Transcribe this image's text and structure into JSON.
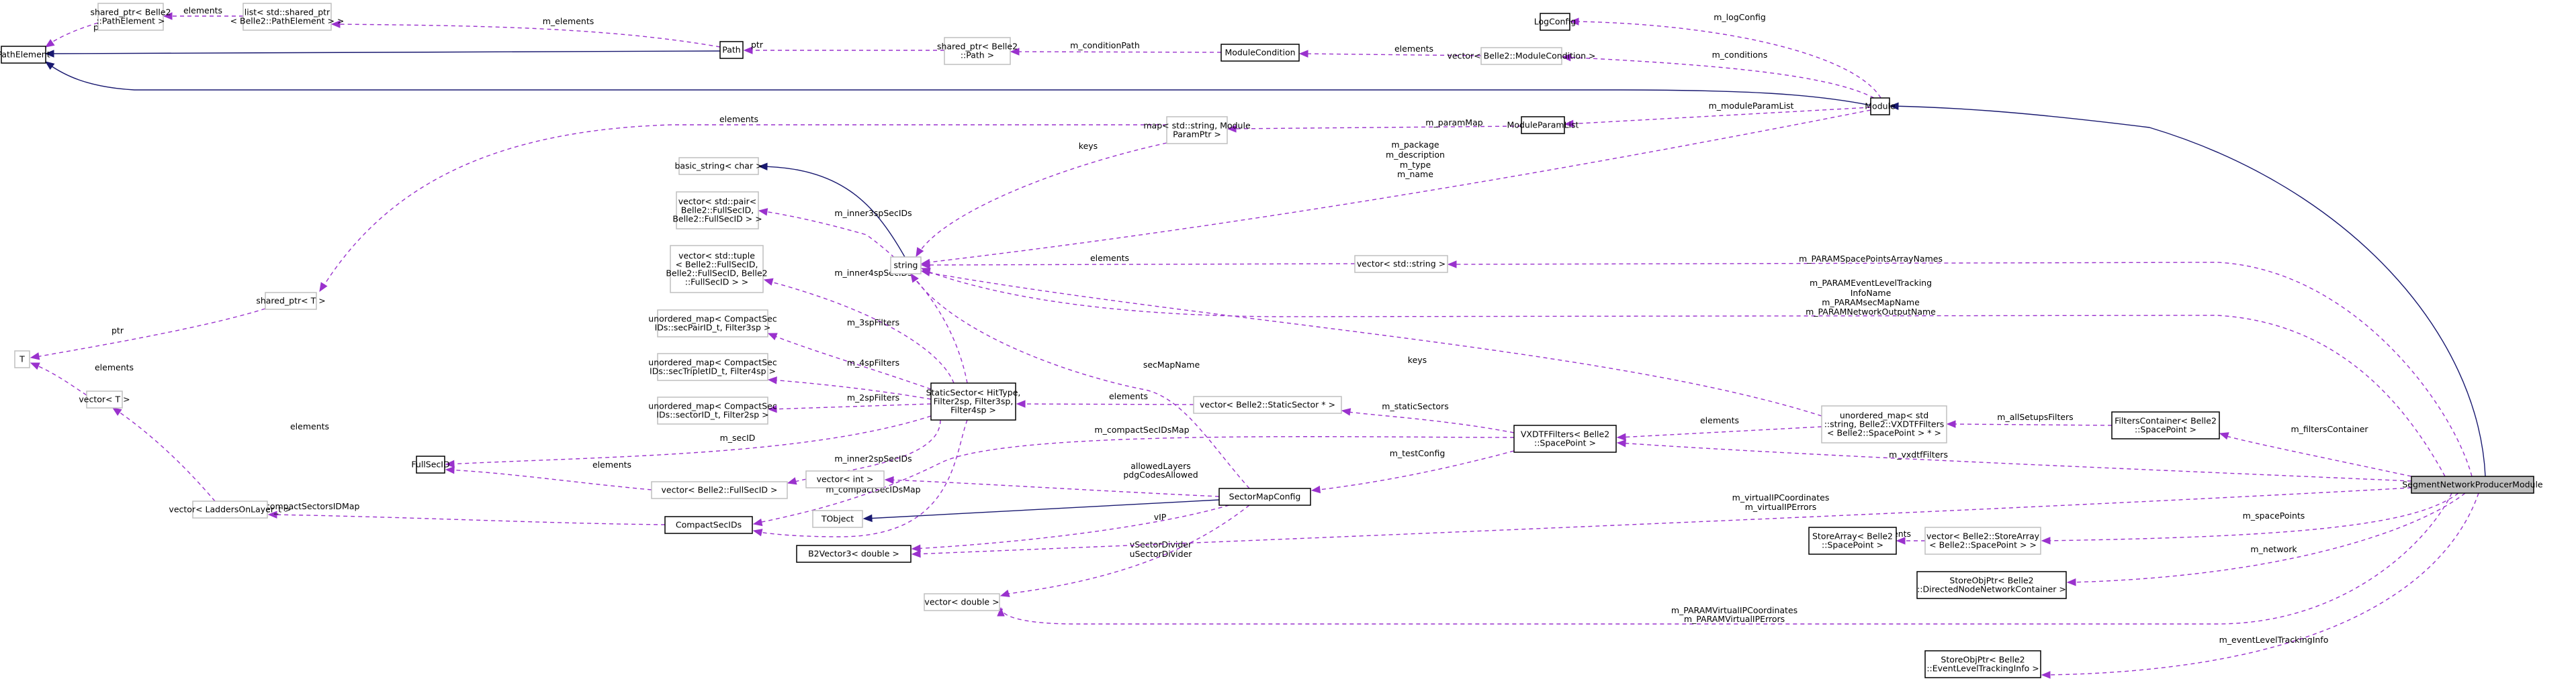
{
  "diagram": {
    "title": "SegmentNetworkProducerModule collaboration graph",
    "colors": {
      "member_edge": "#9a32cd",
      "inheritance_edge": "#191970",
      "focus_fill": "#bfbfbf",
      "documented_border": "#000000",
      "external_border": "#bfbfbf"
    },
    "nodes": [
      {
        "id": "PathElement",
        "kind": "doc",
        "lines": [
          "PathElement"
        ]
      },
      {
        "id": "sp_PathElement",
        "kind": "ext",
        "lines": [
          "shared_ptr< Belle2",
          "::PathElement >"
        ]
      },
      {
        "id": "list_sp_PathElement",
        "kind": "ext",
        "lines": [
          "list< std::shared_ptr",
          "< Belle2::PathElement > >"
        ]
      },
      {
        "id": "Path",
        "kind": "doc",
        "lines": [
          "Path"
        ]
      },
      {
        "id": "sp_Path",
        "kind": "ext",
        "lines": [
          "shared_ptr< Belle2",
          "::Path >"
        ]
      },
      {
        "id": "ModuleCondition",
        "kind": "doc",
        "lines": [
          "ModuleCondition"
        ]
      },
      {
        "id": "LogConfig",
        "kind": "doc",
        "lines": [
          "LogConfig"
        ]
      },
      {
        "id": "vec_ModuleCondition",
        "kind": "ext",
        "lines": [
          "vector< Belle2::ModuleCondition >"
        ]
      },
      {
        "id": "Module",
        "kind": "doc",
        "lines": [
          "Module"
        ]
      },
      {
        "id": "ModuleParamList",
        "kind": "doc",
        "lines": [
          "ModuleParamList"
        ]
      },
      {
        "id": "map_ModuleParamPtr",
        "kind": "ext",
        "lines": [
          "map< std::string, Module",
          "ParamPtr >"
        ]
      },
      {
        "id": "basic_string",
        "kind": "ext",
        "lines": [
          "basic_string< char >"
        ]
      },
      {
        "id": "string",
        "kind": "ext",
        "lines": [
          "string"
        ]
      },
      {
        "id": "vec_pair_FullSecID",
        "kind": "ext",
        "lines": [
          "vector< std::pair<",
          "Belle2::FullSecID,",
          "Belle2::FullSecID > >"
        ]
      },
      {
        "id": "vec_tuple_FullSecID",
        "kind": "ext",
        "lines": [
          "vector< std::tuple",
          "< Belle2::FullSecID,",
          "Belle2::FullSecID, Belle2",
          "::FullSecID > >"
        ]
      },
      {
        "id": "umap_secPair",
        "kind": "ext",
        "lines": [
          "unordered_map< CompactSec",
          "IDs::secPairID_t, Filter3sp >"
        ]
      },
      {
        "id": "umap_secTriplet",
        "kind": "ext",
        "lines": [
          "unordered_map< CompactSec",
          "IDs::secTripletID_t, Filter4sp >"
        ]
      },
      {
        "id": "umap_sector",
        "kind": "ext",
        "lines": [
          "unordered_map< CompactSec",
          "IDs::sectorID_t, Filter2sp >"
        ]
      },
      {
        "id": "StaticSector",
        "kind": "doc",
        "lines": [
          "StaticSector< HitType,",
          "Filter2sp, Filter3sp,",
          "Filter4sp >"
        ]
      },
      {
        "id": "shared_ptr_T",
        "kind": "ext",
        "lines": [
          "shared_ptr< T >"
        ]
      },
      {
        "id": "T",
        "kind": "ext",
        "lines": [
          "T"
        ]
      },
      {
        "id": "vector_T",
        "kind": "ext",
        "lines": [
          "vector< T >"
        ]
      },
      {
        "id": "FullSecID",
        "kind": "doc",
        "lines": [
          "FullSecID"
        ]
      },
      {
        "id": "vec_LaddersOnLayer",
        "kind": "ext",
        "lines": [
          "vector< LaddersOnLayer_t >"
        ]
      },
      {
        "id": "vec_FullSecID",
        "kind": "ext",
        "lines": [
          "vector< Belle2::FullSecID >"
        ]
      },
      {
        "id": "CompactSecIDs",
        "kind": "doc",
        "lines": [
          "CompactSecIDs"
        ]
      },
      {
        "id": "vec_string",
        "kind": "ext",
        "lines": [
          "vector< std::string >"
        ]
      },
      {
        "id": "vec_StaticSector",
        "kind": "ext",
        "lines": [
          "vector< Belle2::StaticSector * >"
        ]
      },
      {
        "id": "VXDTFFilters",
        "kind": "doc",
        "lines": [
          "VXDTFFilters< Belle2",
          "::SpacePoint >"
        ]
      },
      {
        "id": "umap_VXDTFFilters",
        "kind": "ext",
        "lines": [
          "unordered_map< std",
          "::string, Belle2::VXDTFFilters",
          "< Belle2::SpacePoint > * >"
        ]
      },
      {
        "id": "FiltersContainer",
        "kind": "doc",
        "lines": [
          "FiltersContainer< Belle2",
          "::SpacePoint >"
        ]
      },
      {
        "id": "vector_int",
        "kind": "ext",
        "lines": [
          "vector< int >"
        ]
      },
      {
        "id": "SectorMapConfig",
        "kind": "doc",
        "lines": [
          "SectorMapConfig"
        ]
      },
      {
        "id": "TObject",
        "kind": "ext",
        "lines": [
          "TObject"
        ]
      },
      {
        "id": "B2Vector3",
        "kind": "doc",
        "lines": [
          "B2Vector3< double >"
        ]
      },
      {
        "id": "vector_double",
        "kind": "ext",
        "lines": [
          "vector< double >"
        ]
      },
      {
        "id": "SegmentNetworkProducerModule",
        "kind": "focus",
        "lines": [
          "SegmentNetworkProducerModule"
        ]
      },
      {
        "id": "StoreArray_SpacePoint",
        "kind": "doc",
        "lines": [
          "StoreArray< Belle2",
          "::SpacePoint >"
        ]
      },
      {
        "id": "vec_StoreArray",
        "kind": "ext",
        "lines": [
          "vector< Belle2::StoreArray",
          "< Belle2::SpacePoint > >"
        ]
      },
      {
        "id": "StoreObjPtr_DNN",
        "kind": "doc",
        "lines": [
          "StoreObjPtr< Belle2",
          "::DirectedNodeNetworkContainer >"
        ]
      },
      {
        "id": "StoreObjPtr_ELTI",
        "kind": "doc",
        "lines": [
          "StoreObjPtr< Belle2",
          "::EventLevelTrackingInfo >"
        ]
      }
    ],
    "edges": [
      {
        "from": "sp_PathElement",
        "to": "PathElement",
        "type": "member",
        "label": [
          "ptr"
        ]
      },
      {
        "from": "list_sp_PathElement",
        "to": "sp_PathElement",
        "type": "member",
        "label": [
          "elements"
        ]
      },
      {
        "from": "Path",
        "to": "list_sp_PathElement",
        "type": "member",
        "label": [
          "m_elements"
        ]
      },
      {
        "from": "Path",
        "to": "PathElement",
        "type": "inherit",
        "label": []
      },
      {
        "from": "sp_Path",
        "to": "Path",
        "type": "member",
        "label": [
          "ptr"
        ]
      },
      {
        "from": "ModuleCondition",
        "to": "sp_Path",
        "type": "member",
        "label": [
          "m_conditionPath"
        ]
      },
      {
        "from": "vec_ModuleCondition",
        "to": "ModuleCondition",
        "type": "member",
        "label": [
          "elements"
        ]
      },
      {
        "from": "Module",
        "to": "LogConfig",
        "type": "member",
        "label": [
          "m_logConfig"
        ]
      },
      {
        "from": "Module",
        "to": "vec_ModuleCondition",
        "type": "member",
        "label": [
          "m_conditions"
        ]
      },
      {
        "from": "Module",
        "to": "PathElement",
        "type": "inherit",
        "label": []
      },
      {
        "from": "Module",
        "to": "ModuleParamList",
        "type": "member",
        "label": [
          "m_moduleParamList"
        ]
      },
      {
        "from": "ModuleParamList",
        "to": "map_ModuleParamPtr",
        "type": "member",
        "label": [
          "m_paramMap"
        ]
      },
      {
        "from": "map_ModuleParamPtr",
        "to": "shared_ptr_T",
        "type": "member",
        "label": [
          "elements"
        ]
      },
      {
        "from": "map_ModuleParamPtr",
        "to": "string",
        "type": "member",
        "label": [
          "keys"
        ]
      },
      {
        "from": "Module",
        "to": "string",
        "type": "member",
        "label": [
          "m_package",
          "m_description",
          "m_type",
          "m_name"
        ]
      },
      {
        "from": "string",
        "to": "basic_string",
        "type": "inherit",
        "label": []
      },
      {
        "from": "StaticSector",
        "to": "vec_pair_FullSecID",
        "type": "member",
        "label": [
          "m_inner3spSecIDs"
        ]
      },
      {
        "from": "StaticSector",
        "to": "vec_tuple_FullSecID",
        "type": "member",
        "label": [
          "m_inner4spSecIDs"
        ]
      },
      {
        "from": "StaticSector",
        "to": "umap_secPair",
        "type": "member",
        "label": [
          "m_3spFilters"
        ]
      },
      {
        "from": "StaticSector",
        "to": "umap_secTriplet",
        "type": "member",
        "label": [
          "m_4spFilters"
        ]
      },
      {
        "from": "StaticSector",
        "to": "umap_sector",
        "type": "member",
        "label": [
          "m_2spFilters"
        ]
      },
      {
        "from": "StaticSector",
        "to": "FullSecID",
        "type": "member",
        "label": [
          "m_secID"
        ]
      },
      {
        "from": "StaticSector",
        "to": "vec_FullSecID",
        "type": "member",
        "label": [
          "m_inner2spSecIDs"
        ]
      },
      {
        "from": "StaticSector",
        "to": "CompactSecIDs",
        "type": "member",
        "label": [
          "m_compactSecIDsMap"
        ]
      },
      {
        "from": "shared_ptr_T",
        "to": "T",
        "type": "member",
        "label": [
          "ptr"
        ]
      },
      {
        "from": "vector_T",
        "to": "T",
        "type": "member",
        "label": [
          "elements"
        ]
      },
      {
        "from": "vec_LaddersOnLayer",
        "to": "vector_T",
        "type": "member",
        "label": [
          "elements"
        ]
      },
      {
        "from": "vec_FullSecID",
        "to": "FullSecID",
        "type": "member",
        "label": [
          "elements"
        ]
      },
      {
        "from": "CompactSecIDs",
        "to": "vec_LaddersOnLayer",
        "type": "member",
        "label": [
          "m_compactSectorsIDMap"
        ]
      },
      {
        "from": "vec_string",
        "to": "string",
        "type": "member",
        "label": [
          "elements"
        ]
      },
      {
        "from": "SegmentNetworkProducerModule",
        "to": "vec_string",
        "type": "member",
        "label": [
          "m_PARAMSpacePointsArrayNames"
        ]
      },
      {
        "from": "SegmentNetworkProducerModule",
        "to": "string",
        "type": "member",
        "label": [
          "m_PARAMEventLevelTracking",
          "InfoName",
          "m_PARAMsecMapName",
          "m_PARAMNetworkOutputName"
        ]
      },
      {
        "from": "umap_VXDTFFilters",
        "to": "string",
        "type": "member",
        "label": [
          "keys"
        ]
      },
      {
        "from": "SectorMapConfig",
        "to": "string",
        "type": "member",
        "label": [
          "secMapName"
        ]
      },
      {
        "from": "vec_StaticSector",
        "to": "StaticSector",
        "type": "member",
        "label": [
          "elements"
        ]
      },
      {
        "from": "VXDTFFilters",
        "to": "vec_StaticSector",
        "type": "member",
        "label": [
          "m_staticSectors"
        ]
      },
      {
        "from": "VXDTFFilters",
        "to": "CompactSecIDs",
        "type": "member",
        "label": [
          "m_compactSecIDsMap"
        ]
      },
      {
        "from": "VXDTFFilters",
        "to": "SectorMapConfig",
        "type": "member",
        "label": [
          "m_testConfig"
        ]
      },
      {
        "from": "umap_VXDTFFilters",
        "to": "VXDTFFilters",
        "type": "member",
        "label": [
          "elements"
        ]
      },
      {
        "from": "FiltersContainer",
        "to": "umap_VXDTFFilters",
        "type": "member",
        "label": [
          "m_allSetupsFilters"
        ]
      },
      {
        "from": "SegmentNetworkProducerModule",
        "to": "FiltersContainer",
        "type": "member",
        "label": [
          "m_filtersContainer"
        ]
      },
      {
        "from": "SegmentNetworkProducerModule",
        "to": "VXDTFFilters",
        "type": "member",
        "label": [
          "m_vxdtfFilters"
        ]
      },
      {
        "from": "SectorMapConfig",
        "to": "vector_int",
        "type": "member",
        "label": [
          "allowedLayers",
          "pdgCodesAllowed"
        ]
      },
      {
        "from": "SectorMapConfig",
        "to": "TObject",
        "type": "inherit",
        "label": []
      },
      {
        "from": "SectorMapConfig",
        "to": "B2Vector3",
        "type": "member",
        "label": [
          "vIP"
        ]
      },
      {
        "from": "SectorMapConfig",
        "to": "vector_double",
        "type": "member",
        "label": [
          "vSectorDivider",
          "uSectorDivider"
        ]
      },
      {
        "from": "SegmentNetworkProducerModule",
        "to": "B2Vector3",
        "type": "member",
        "label": [
          "m_virtualIPCoordinates",
          "m_virtualIPErrors"
        ]
      },
      {
        "from": "SegmentNetworkProducerModule",
        "to": "vector_double",
        "type": "member",
        "label": [
          "m_PARAMVirtualIPCoordinates",
          "m_PARAMVirtualIPErrors"
        ]
      },
      {
        "from": "SegmentNetworkProducerModule",
        "to": "Module",
        "type": "inherit",
        "label": []
      },
      {
        "from": "vec_StoreArray",
        "to": "StoreArray_SpacePoint",
        "type": "member",
        "label": [
          "elements"
        ]
      },
      {
        "from": "SegmentNetworkProducerModule",
        "to": "vec_StoreArray",
        "type": "member",
        "label": [
          "m_spacePoints"
        ]
      },
      {
        "from": "SegmentNetworkProducerModule",
        "to": "StoreObjPtr_DNN",
        "type": "member",
        "label": [
          "m_network"
        ]
      },
      {
        "from": "SegmentNetworkProducerModule",
        "to": "StoreObjPtr_ELTI",
        "type": "member",
        "label": [
          "m_eventLevelTrackingInfo"
        ]
      }
    ]
  }
}
